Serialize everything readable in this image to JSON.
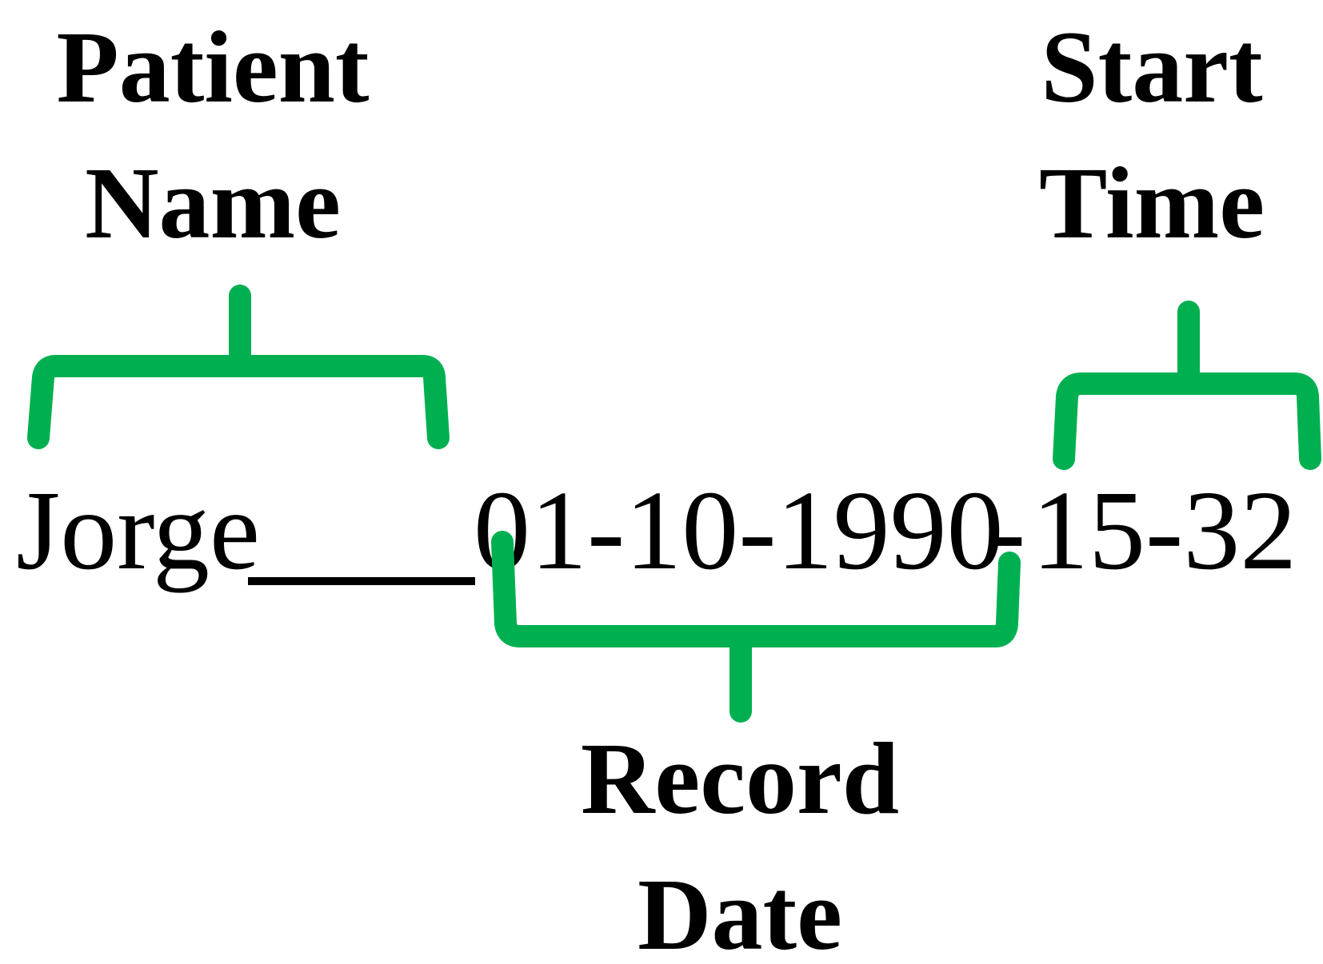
{
  "labels": {
    "patient_name": [
      "Patient",
      "Name"
    ],
    "start_time": [
      "Start",
      "Time"
    ],
    "record_date": [
      "Record",
      "Date"
    ]
  },
  "filename": {
    "name": "Jorge",
    "date": "01-10-1990",
    "separator_dash": "-",
    "time": "15-32"
  },
  "colors": {
    "brace": "#00b050",
    "text": "#000000"
  }
}
